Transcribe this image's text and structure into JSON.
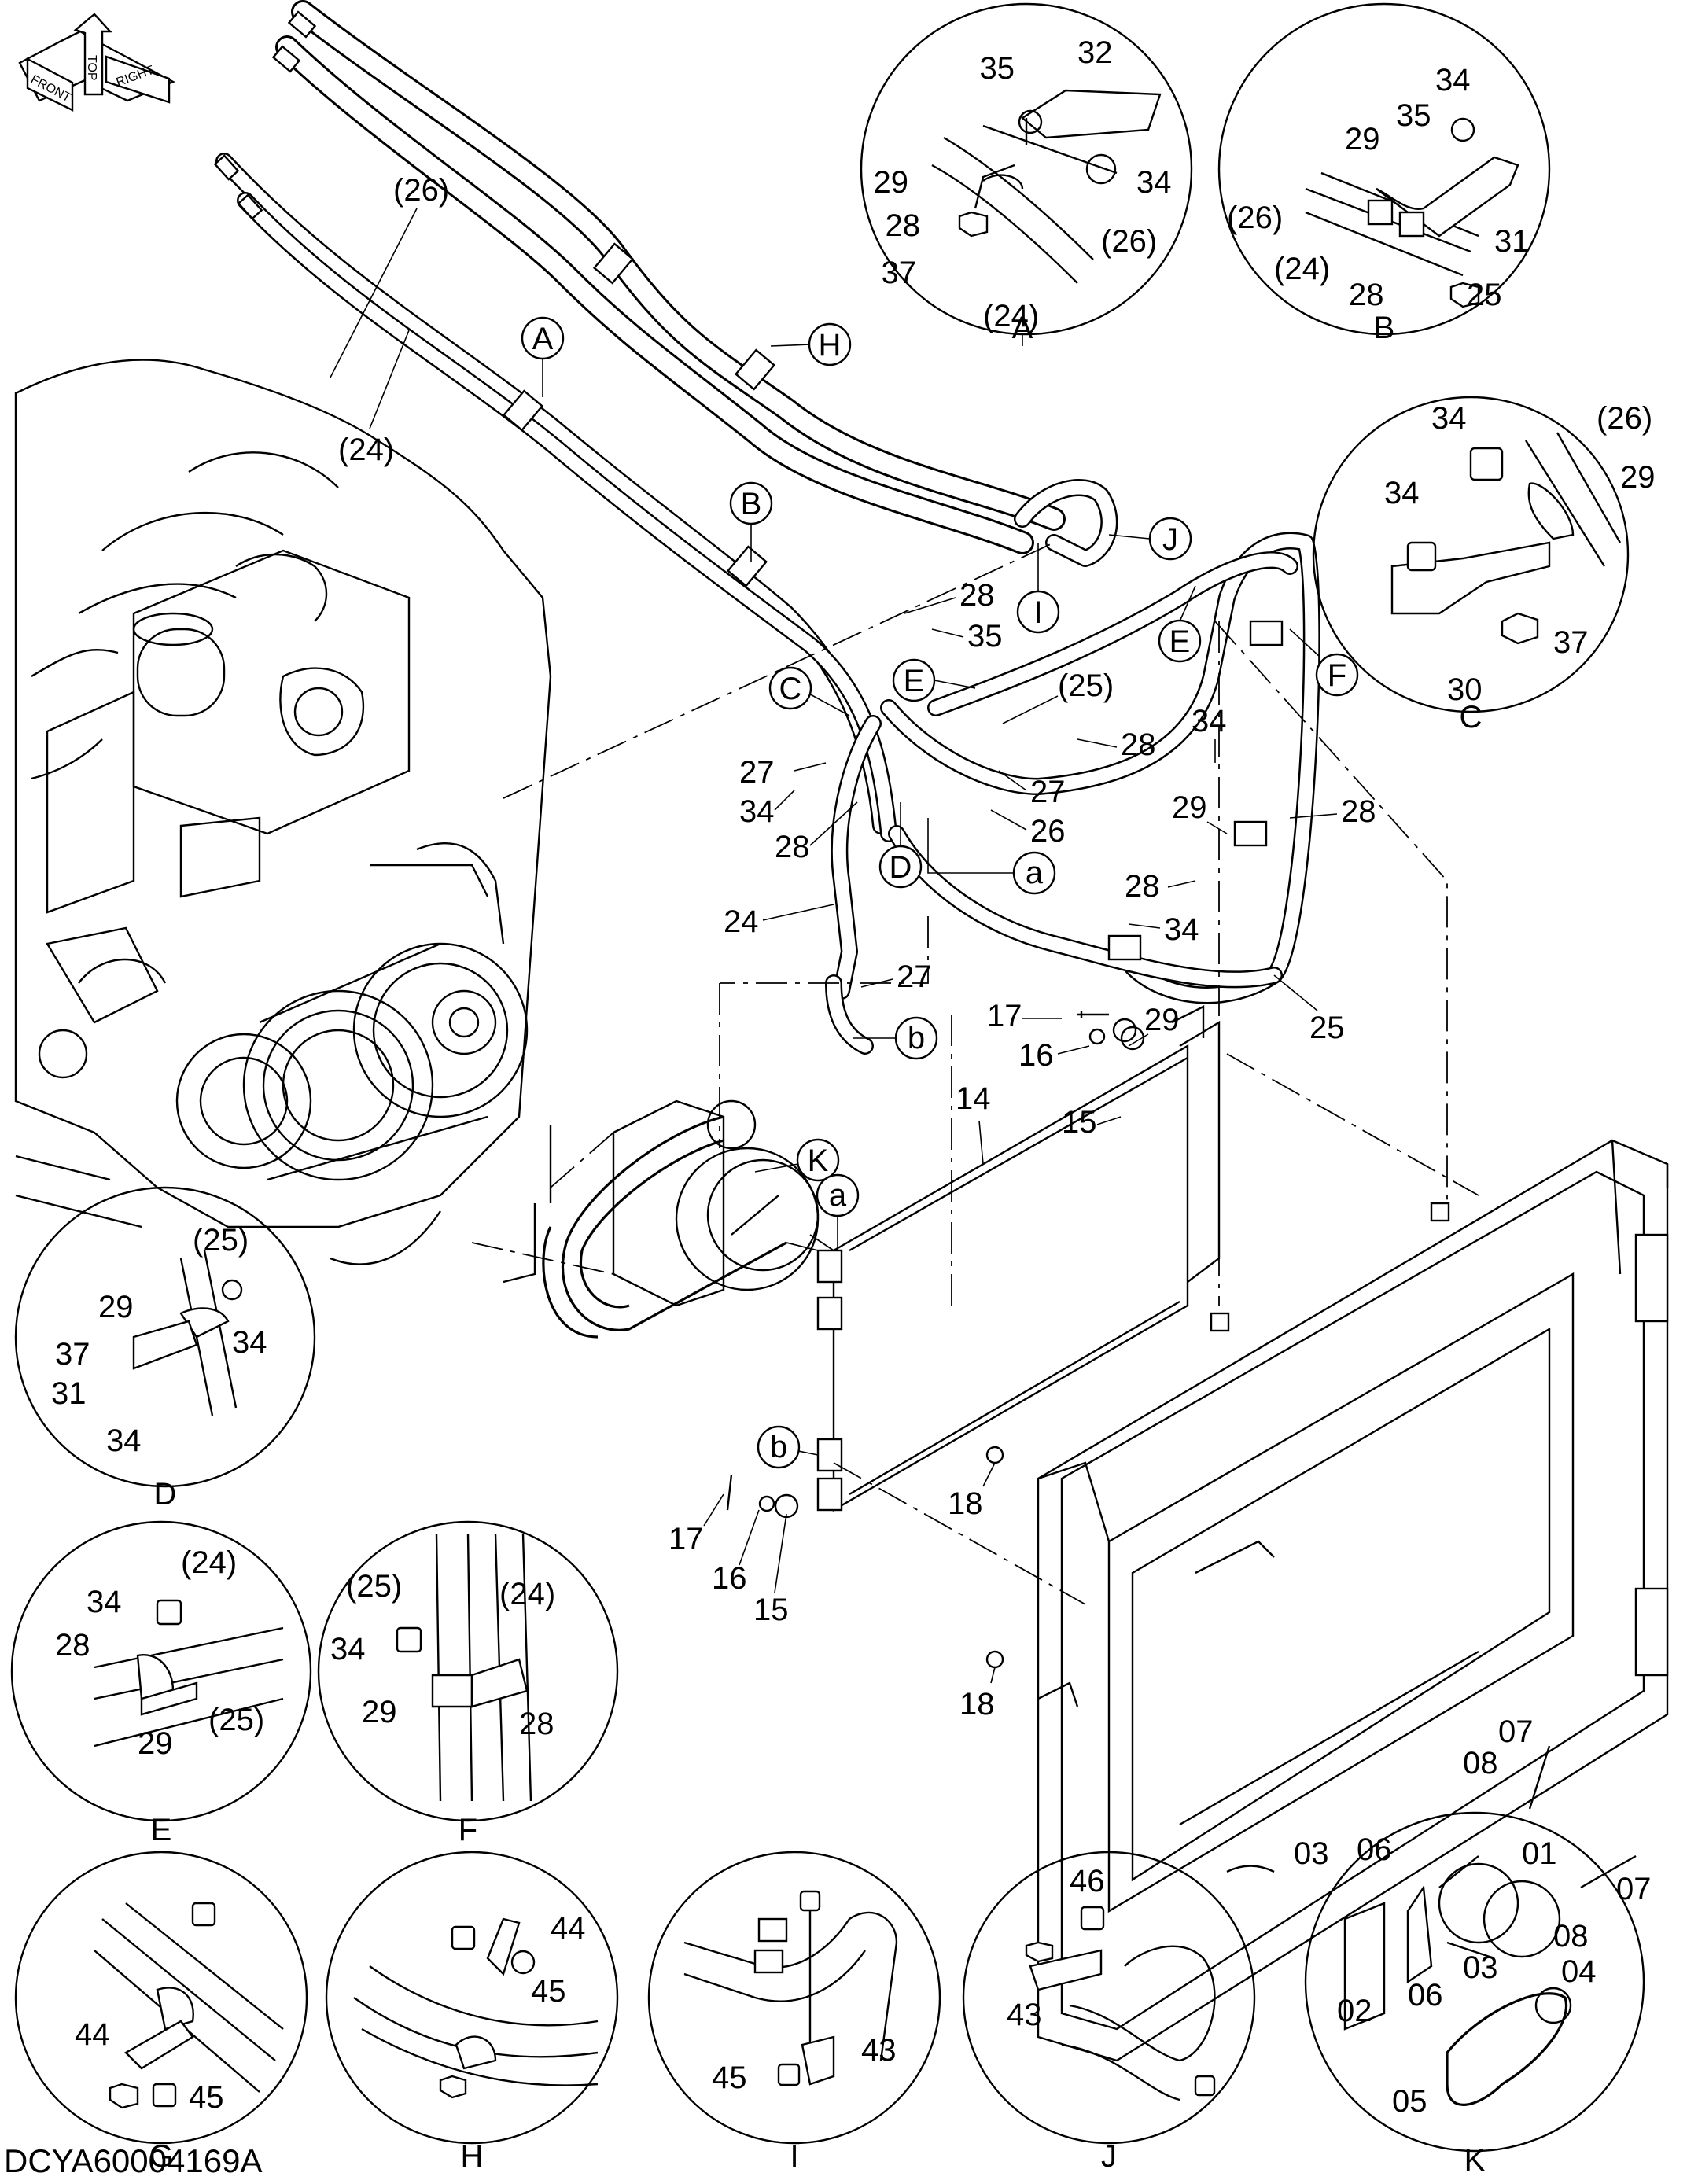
{
  "orientation": {
    "front": "FRONT",
    "top": "TOP",
    "right": "RIGHT"
  },
  "drawing_code": "DCYA60004169A",
  "detail_views": [
    {
      "id": "A",
      "labels": [
        "35",
        "32",
        "29",
        "34",
        "28",
        "(26)",
        "37",
        "(24)"
      ]
    },
    {
      "id": "B",
      "labels": [
        "34",
        "35",
        "29",
        "(26)",
        "31",
        "(24)",
        "28",
        "25"
      ]
    },
    {
      "id": "C",
      "labels": [
        "34",
        "(26)",
        "34",
        "29",
        "37",
        "30"
      ]
    },
    {
      "id": "D",
      "labels": [
        "(25)",
        "29",
        "34",
        "37",
        "31",
        "34"
      ]
    },
    {
      "id": "E",
      "labels": [
        "(24)",
        "34",
        "28",
        "29",
        "(25)"
      ]
    },
    {
      "id": "F",
      "labels": [
        "(25)",
        "(24)",
        "34",
        "29",
        "28"
      ]
    },
    {
      "id": "G",
      "labels": [
        "44",
        "45"
      ]
    },
    {
      "id": "H",
      "labels": [
        "44",
        "45"
      ]
    },
    {
      "id": "I",
      "labels": [
        "45",
        "43"
      ]
    },
    {
      "id": "J",
      "labels": [
        "46",
        "43"
      ]
    },
    {
      "id": "K",
      "labels": [
        "07",
        "08",
        "03",
        "06",
        "01",
        "07",
        "08",
        "03",
        "04",
        "02",
        "06",
        "05"
      ]
    }
  ],
  "main_callouts": {
    "circled": [
      "A",
      "B",
      "C",
      "D",
      "E",
      "E",
      "F",
      "H",
      "I",
      "J",
      "K",
      "a",
      "a",
      "b",
      "b"
    ],
    "parts": [
      "(26)",
      "(24)",
      "28",
      "35",
      "(25)",
      "28",
      "34",
      "27",
      "27",
      "34",
      "28",
      "26",
      "29",
      "28",
      "28",
      "24",
      "34",
      "25",
      "27",
      "17",
      "16",
      "29",
      "15",
      "14",
      "17",
      "16",
      "15",
      "18",
      "18"
    ]
  }
}
